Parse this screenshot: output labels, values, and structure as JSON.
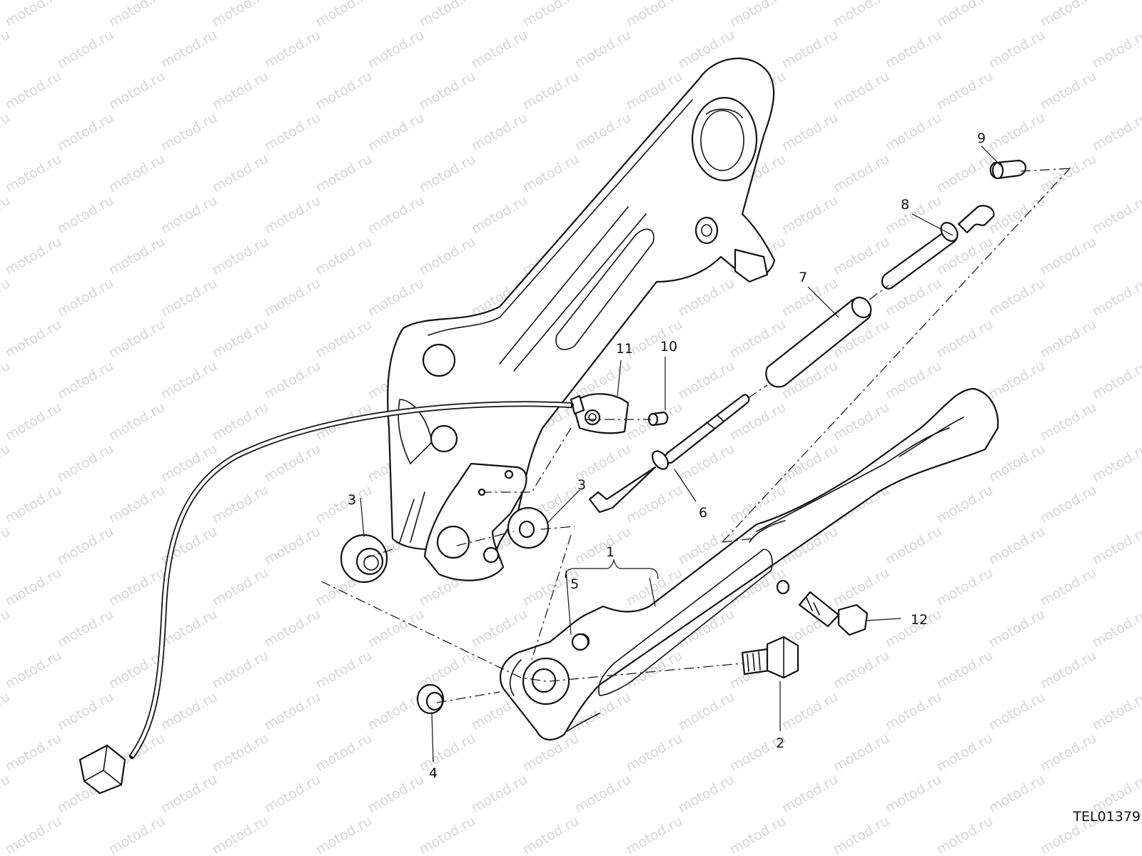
{
  "watermark": "motod.ru",
  "reference_code": "TEL01379",
  "callouts": [
    {
      "id": "1",
      "label": "1"
    },
    {
      "id": "2",
      "label": "2"
    },
    {
      "id": "3a",
      "label": "3"
    },
    {
      "id": "3b",
      "label": "3"
    },
    {
      "id": "4",
      "label": "4"
    },
    {
      "id": "5",
      "label": "5"
    },
    {
      "id": "6",
      "label": "6"
    },
    {
      "id": "7",
      "label": "7"
    },
    {
      "id": "8",
      "label": "8"
    },
    {
      "id": "9",
      "label": "9"
    },
    {
      "id": "10",
      "label": "10"
    },
    {
      "id": "11",
      "label": "11"
    },
    {
      "id": "12",
      "label": "12"
    }
  ]
}
